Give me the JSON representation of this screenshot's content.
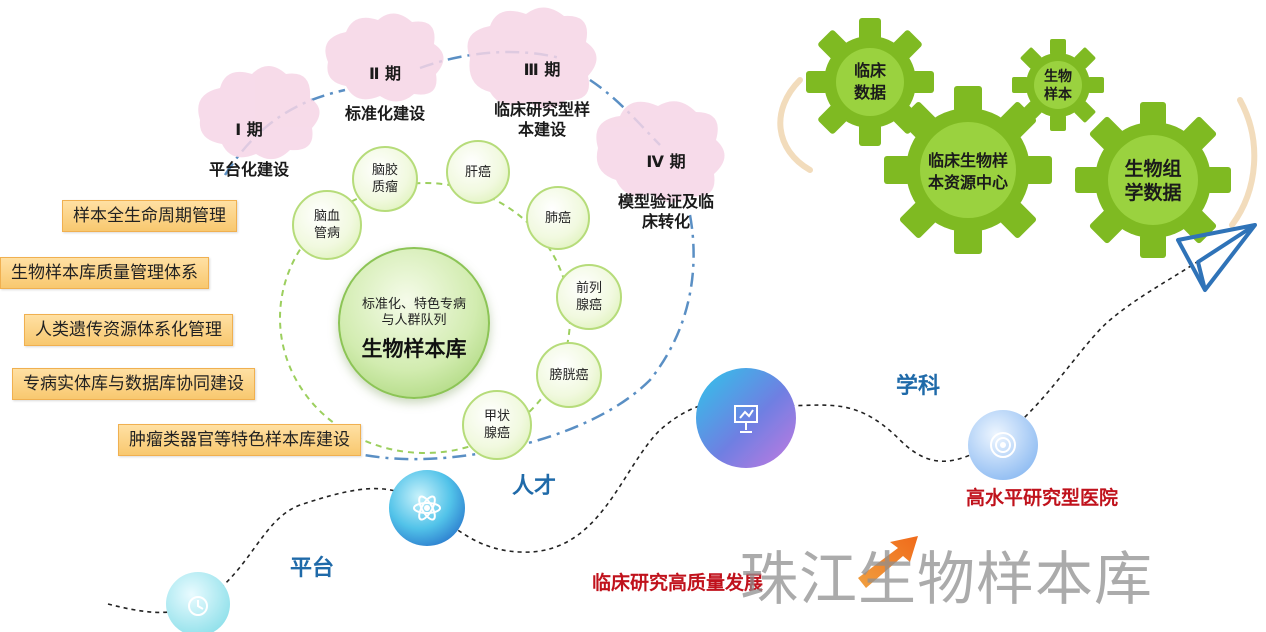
{
  "phases": [
    {
      "num": "Ⅰ 期",
      "text": "平台化建设"
    },
    {
      "num": "Ⅱ 期",
      "text": "标准化建设"
    },
    {
      "num": "Ⅲ 期",
      "text": "临床研究型样\n本建设"
    },
    {
      "num": "Ⅳ 期",
      "text": "模型验证及临\n床转化"
    }
  ],
  "left_boxes": [
    "样本全生命周期管理",
    "生物样本库质量管理体系",
    "人类遗传资源体系化管理",
    "专病实体库与数据库协同建设",
    "肿瘤类器官等特色样本库建设"
  ],
  "center": {
    "subtitle": "标准化、特色专病\n与人群队列",
    "title": "生物样本库"
  },
  "diseases": [
    "脑胶\n质瘤",
    "肝癌",
    "肺癌",
    "前列\n腺癌",
    "膀胱癌",
    "甲状\n腺癌",
    "脑血\n管病"
  ],
  "gears": {
    "clinical_data": "临床\n数据",
    "bio_sample": "生物\n样本",
    "center": "临床生物样\n本资源中心",
    "omics": "生物组\n学数据"
  },
  "path_labels": {
    "platform": "平台",
    "talent": "人才",
    "discipline": "学科"
  },
  "goals": {
    "quality": "临床研究高质量发展",
    "hospital": "高水平研究型医院"
  },
  "watermark": "珠江生物样本库",
  "icons": {
    "ball_platform": "clock-icon",
    "ball_talent": "atom-icon",
    "ball_middle": "presentation-icon",
    "ball_discipline": "target-icon",
    "arrow": "paper-plane-icon"
  },
  "colors": {
    "phase_cloud": "#f6d5e6",
    "orange_box": "#f8c86f",
    "gear_green": "#7fba22",
    "dashdot_blue": "#5a8fc4",
    "label_blue": "#1f6aa9",
    "goal_red": "#c0121c"
  }
}
